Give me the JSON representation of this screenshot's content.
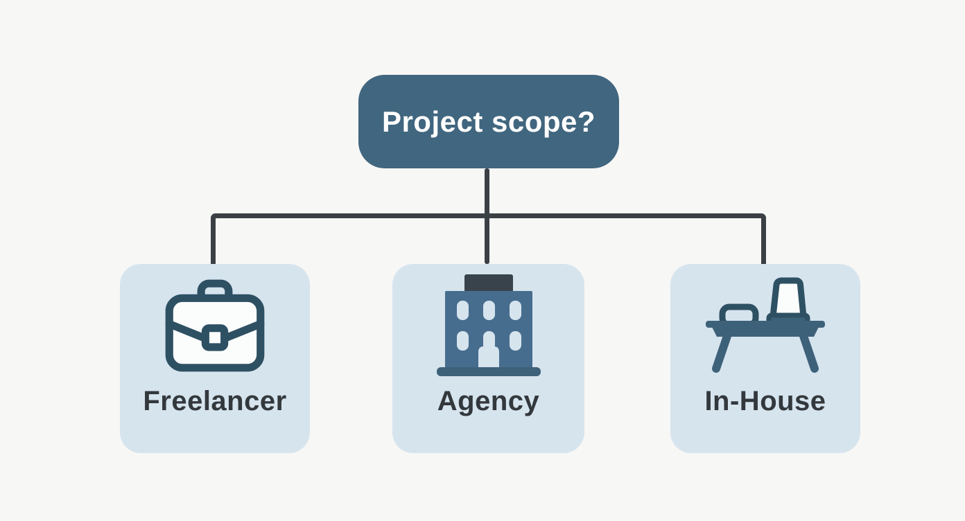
{
  "diagram": {
    "root": {
      "label": "Project scope?"
    },
    "options": [
      {
        "label": "Freelancer",
        "icon": "briefcase-icon"
      },
      {
        "label": "Agency",
        "icon": "building-icon"
      },
      {
        "label": "In-House",
        "icon": "desk-icon"
      }
    ],
    "colors": {
      "background": "#f7f7f5",
      "root_fill": "#41667f",
      "root_text": "#ffffff",
      "card_fill": "#d6e4ee",
      "label_text": "#33383c",
      "connector": "#3b4044",
      "icon_stroke": "#2e5063",
      "icon_blue": "#476d8e",
      "icon_slate": "#3e617a",
      "icon_dark": "#39434c",
      "icon_window": "#d6e4ee",
      "icon_white": "#fbfcfc"
    }
  }
}
